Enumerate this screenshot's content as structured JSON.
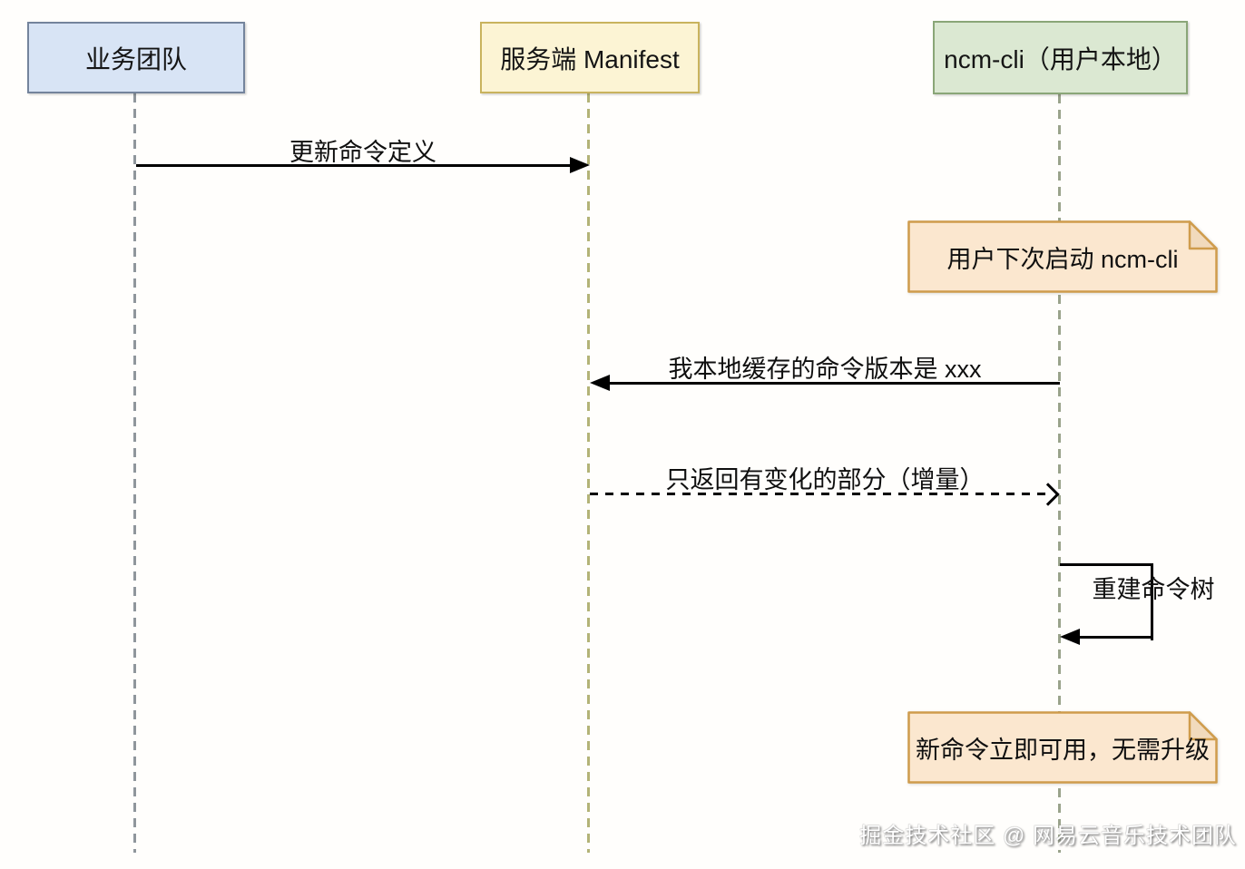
{
  "diagram": {
    "type": "sequence-diagram",
    "actors": [
      {
        "label": "业务团队",
        "fill": "#d8e4f5",
        "border": "#74849c"
      },
      {
        "label": "服务端 Manifest",
        "fill": "#fcf4d4",
        "border": "#c9b35e"
      },
      {
        "label": "ncm-cli（用户本地）",
        "fill": "#dbe8d2",
        "border": "#8aa678"
      }
    ],
    "lifeline_colors": [
      "#8f969c",
      "#b3b377",
      "#9aa38b"
    ],
    "messages": [
      {
        "label": "更新命令定义",
        "from": "业务团队",
        "to": "服务端 Manifest",
        "line": "solid",
        "direction": "right"
      },
      {
        "label": "我本地缓存的命令版本是 xxx",
        "from": "ncm-cli（用户本地）",
        "to": "服务端 Manifest",
        "line": "solid",
        "direction": "left"
      },
      {
        "label": "只返回有变化的部分（增量）",
        "from": "服务端 Manifest",
        "to": "ncm-cli（用户本地）",
        "line": "dashed",
        "direction": "right"
      },
      {
        "label": "重建命令树",
        "from": "ncm-cli（用户本地）",
        "to": "ncm-cli（用户本地）",
        "line": "self",
        "direction": "self"
      }
    ],
    "notes": [
      {
        "text": "用户下次启动 ncm-cli",
        "fill": "#fbe7cf",
        "fold_fill": "#f1dabd",
        "border": "#cf9c4c"
      },
      {
        "text": "新命令立即可用，无需升级",
        "fill": "#fbe7cf",
        "fold_fill": "#f1dabd",
        "border": "#cf9c4c"
      }
    ],
    "watermark": "掘金技术社区 @ 网易云音乐技术团队"
  }
}
